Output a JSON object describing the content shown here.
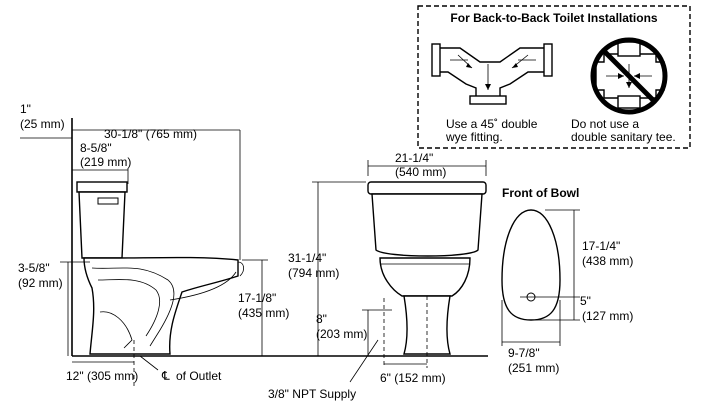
{
  "inset": {
    "title": "For Back-to-Back Toilet Installations",
    "left_caption_1": "Use a 45˚ double",
    "left_caption_2": "wye fitting.",
    "right_caption_1": "Do not use a",
    "right_caption_2": "double sanitary tee."
  },
  "side_view": {
    "top_offset_1": "1\"",
    "top_offset_2": "(25 mm)",
    "length_1": "30-1/8\" (765 mm)",
    "tank_depth_1": "8-5/8\"",
    "tank_depth_2": "(219 mm)",
    "floor_to_outlet_1": "3-5/8\"",
    "floor_to_outlet_2": "(92 mm)",
    "rim_height_1": "17-1/8\"",
    "rim_height_2": "(435 mm)",
    "rough_in": "12\" (305 mm)",
    "outlet_label": "of Outlet",
    "centerline_symbol": "℄"
  },
  "front_view": {
    "width_1": "21-1/4\"",
    "width_2": "(540 mm)",
    "height_1": "31-1/4\"",
    "height_2": "(794 mm)",
    "supply_height_1": "8\"",
    "supply_height_2": "(203 mm)",
    "supply_offset": "6\" (152 mm)",
    "supply_label": "3/8\" NPT Supply"
  },
  "bowl_view": {
    "title": "Front of Bowl",
    "length_1": "17-1/4\"",
    "length_2": "(438 mm)",
    "outlet_offset_1": "5\"",
    "outlet_offset_2": "(127 mm)",
    "width_1": "9-7/8\"",
    "width_2": "(251 mm)"
  }
}
